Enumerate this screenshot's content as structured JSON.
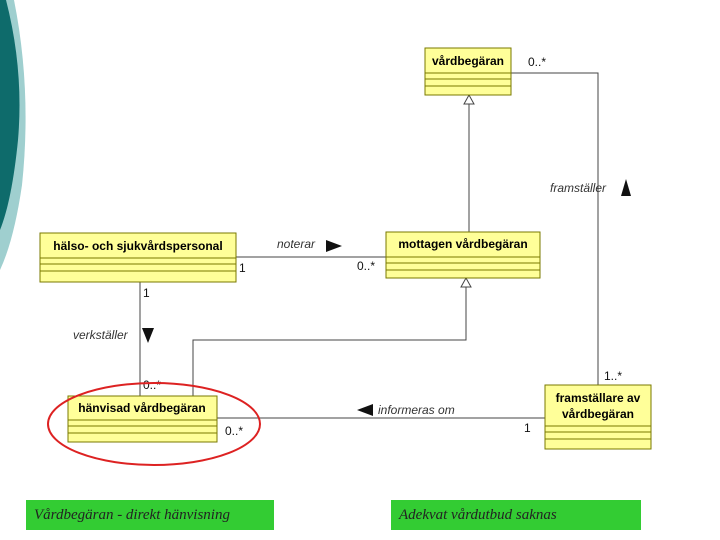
{
  "classes": {
    "vardbegaran": "vårdbegäran",
    "mottagen": "mottagen vårdbegäran",
    "personal": "hälso- och sjukvårdspersonal",
    "hanvisad": "hänvisad vårdbegäran",
    "framstallare_line1": "framställare av",
    "framstallare_line2": "vårdbegäran"
  },
  "associations": {
    "noterar": "noterar",
    "verkstaller": "verkställer",
    "informeras_om": "informeras om",
    "framstaller": "framställer"
  },
  "multiplicities": {
    "vardbegaran_top": "0..*",
    "personal_right": "1",
    "mottagen_left": "0..*",
    "personal_bottom": "1",
    "hanvisad_top": "0..*",
    "hanvisad_right": "0..*",
    "framstallare_left": "1",
    "framstallare_top": "1..*"
  },
  "captions": {
    "left": "Vårdbegäran - direkt hänvisning",
    "right": "Adekvat vårdutbud saknas"
  },
  "colors": {
    "class_fill": "#ffff99",
    "class_border": "#7a7a00",
    "highlight_ellipse": "#dd2222",
    "caption_bg": "#33cc33",
    "decor_teal": "#0e6b6b",
    "decor_light_teal": "#9fcfcf"
  }
}
